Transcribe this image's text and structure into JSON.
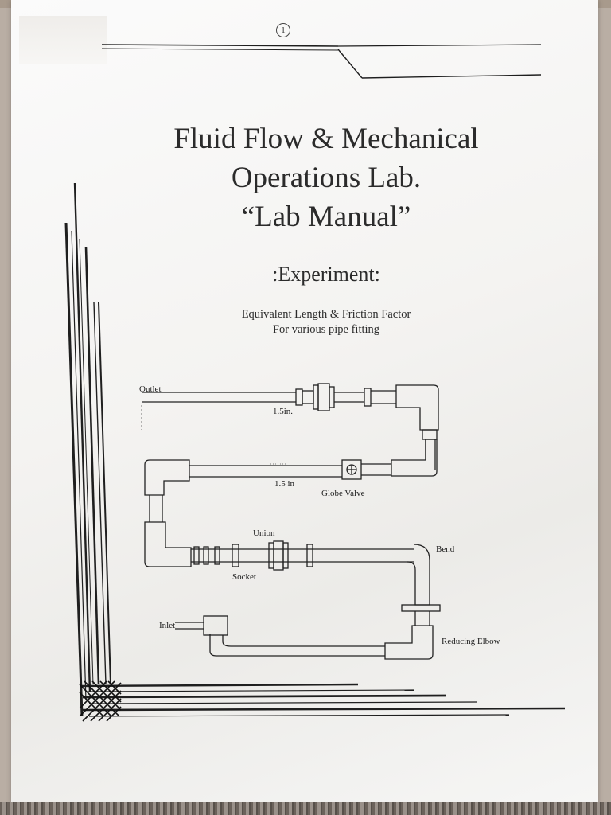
{
  "page": {
    "number_mark": "1",
    "title_lines": [
      "Fluid Flow & Mechanical",
      "Operations Lab.",
      "“Lab Manual”"
    ],
    "experiment_heading": ":Experiment:",
    "experiment_subtitle": [
      "Equivalent Length & Friction Factor",
      "For various pipe fitting"
    ]
  },
  "diagram": {
    "labels": {
      "outlet": "Outlet",
      "length_top": "1.5in.",
      "length_middle": "1.5 in",
      "globe_valve": "Globe Valve",
      "union": "Union",
      "bend": "Bend",
      "socket": "Socket",
      "inlet": "Inlet",
      "reducing_elbow": "Reducing Elbow"
    }
  },
  "colors": {
    "ink": "#2b2b2b",
    "paper": "#f6f5f3",
    "background": "#b9aea4"
  }
}
